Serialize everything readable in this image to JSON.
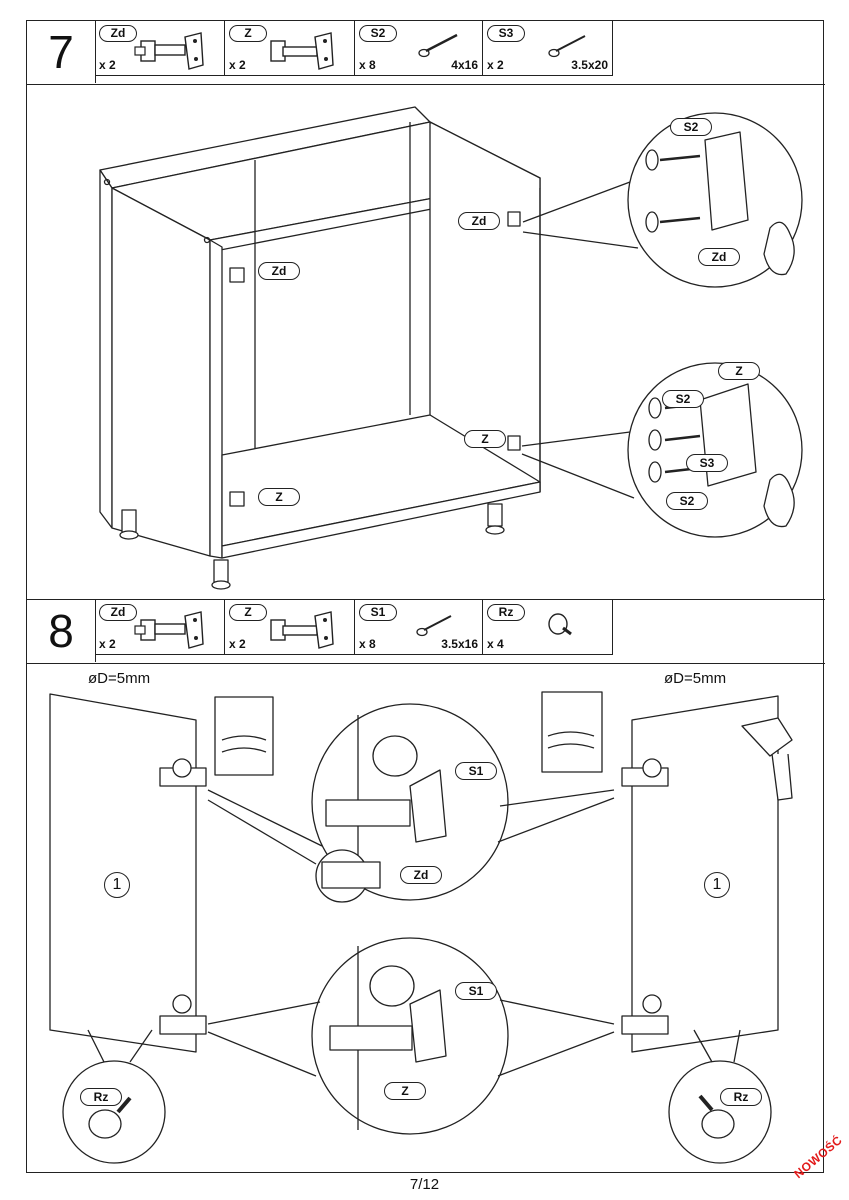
{
  "step7": {
    "number": "7",
    "parts": [
      {
        "code": "Zd",
        "qty": "x 2",
        "size": ""
      },
      {
        "code": "Z",
        "qty": "x 2",
        "size": ""
      },
      {
        "code": "S2",
        "qty": "x 8",
        "size": "4x16"
      },
      {
        "code": "S3",
        "qty": "x 2",
        "size": "3.5x20"
      }
    ],
    "callouts": {
      "zd_left": "Zd",
      "zd_right": "Zd",
      "z_left": "Z",
      "z_right": "Z",
      "detail_top_s2": "S2",
      "detail_top_zd": "Zd",
      "detail_bottom_z": "Z",
      "detail_bottom_s2_a": "S2",
      "detail_bottom_s3": "S3",
      "detail_bottom_s2_b": "S2"
    }
  },
  "step8": {
    "number": "8",
    "parts": [
      {
        "code": "Zd",
        "qty": "x 2",
        "size": ""
      },
      {
        "code": "Z",
        "qty": "x 2",
        "size": ""
      },
      {
        "code": "S1",
        "qty": "x 8",
        "size": "3.5x16"
      },
      {
        "code": "Rz",
        "qty": "x 4",
        "size": ""
      }
    ],
    "dimension_left": "øD=5mm",
    "dimension_right": "øD=5mm",
    "panel_left": "1",
    "panel_right": "1",
    "callouts": {
      "s1_top": "S1",
      "zd_detail": "Zd",
      "s1_bottom": "S1",
      "z_detail": "Z",
      "rz_left": "Rz",
      "rz_right": "Rz"
    }
  },
  "footer": {
    "page": "7/12",
    "badge": "NOWOŚĆ"
  }
}
